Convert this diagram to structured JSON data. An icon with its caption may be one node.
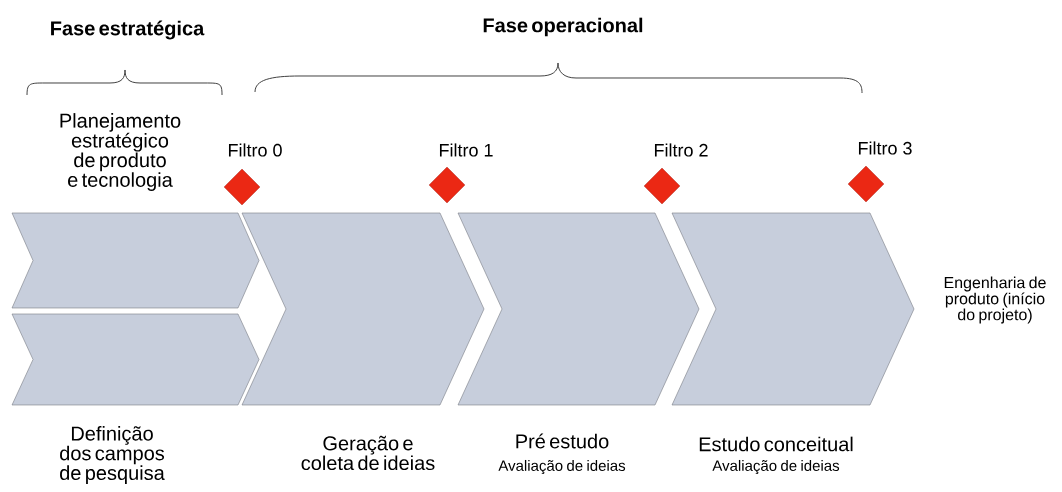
{
  "diagram": {
    "nodes": [
      {
        "text": [
          "Planejamento estratégico de produto e tecnologia"
        ]
      },
      {
        "text": [
          "Definição dos campos de pesquisa"
        ]
      },
      {
        "text": [
          "Geração e coleta de ideias"
        ]
      },
      {
        "text": [
          "Pré estudo",
          "Avaliação de ideias"
        ]
      },
      {
        "text": [
          "Estudo conceitual",
          "Avaliação de ideias"
        ]
      },
      {
        "text": [
          "Filtro 0"
        ]
      },
      {
        "text": [
          "Filtro 1"
        ]
      },
      {
        "text": [
          "Filtro 2"
        ]
      },
      {
        "text": [
          "Filtro 3"
        ]
      }
    ],
    "labels": [
      "Fase estratégica",
      "Fase operacional",
      "Engenharia de produto (início do projeto)"
    ]
  }
}
